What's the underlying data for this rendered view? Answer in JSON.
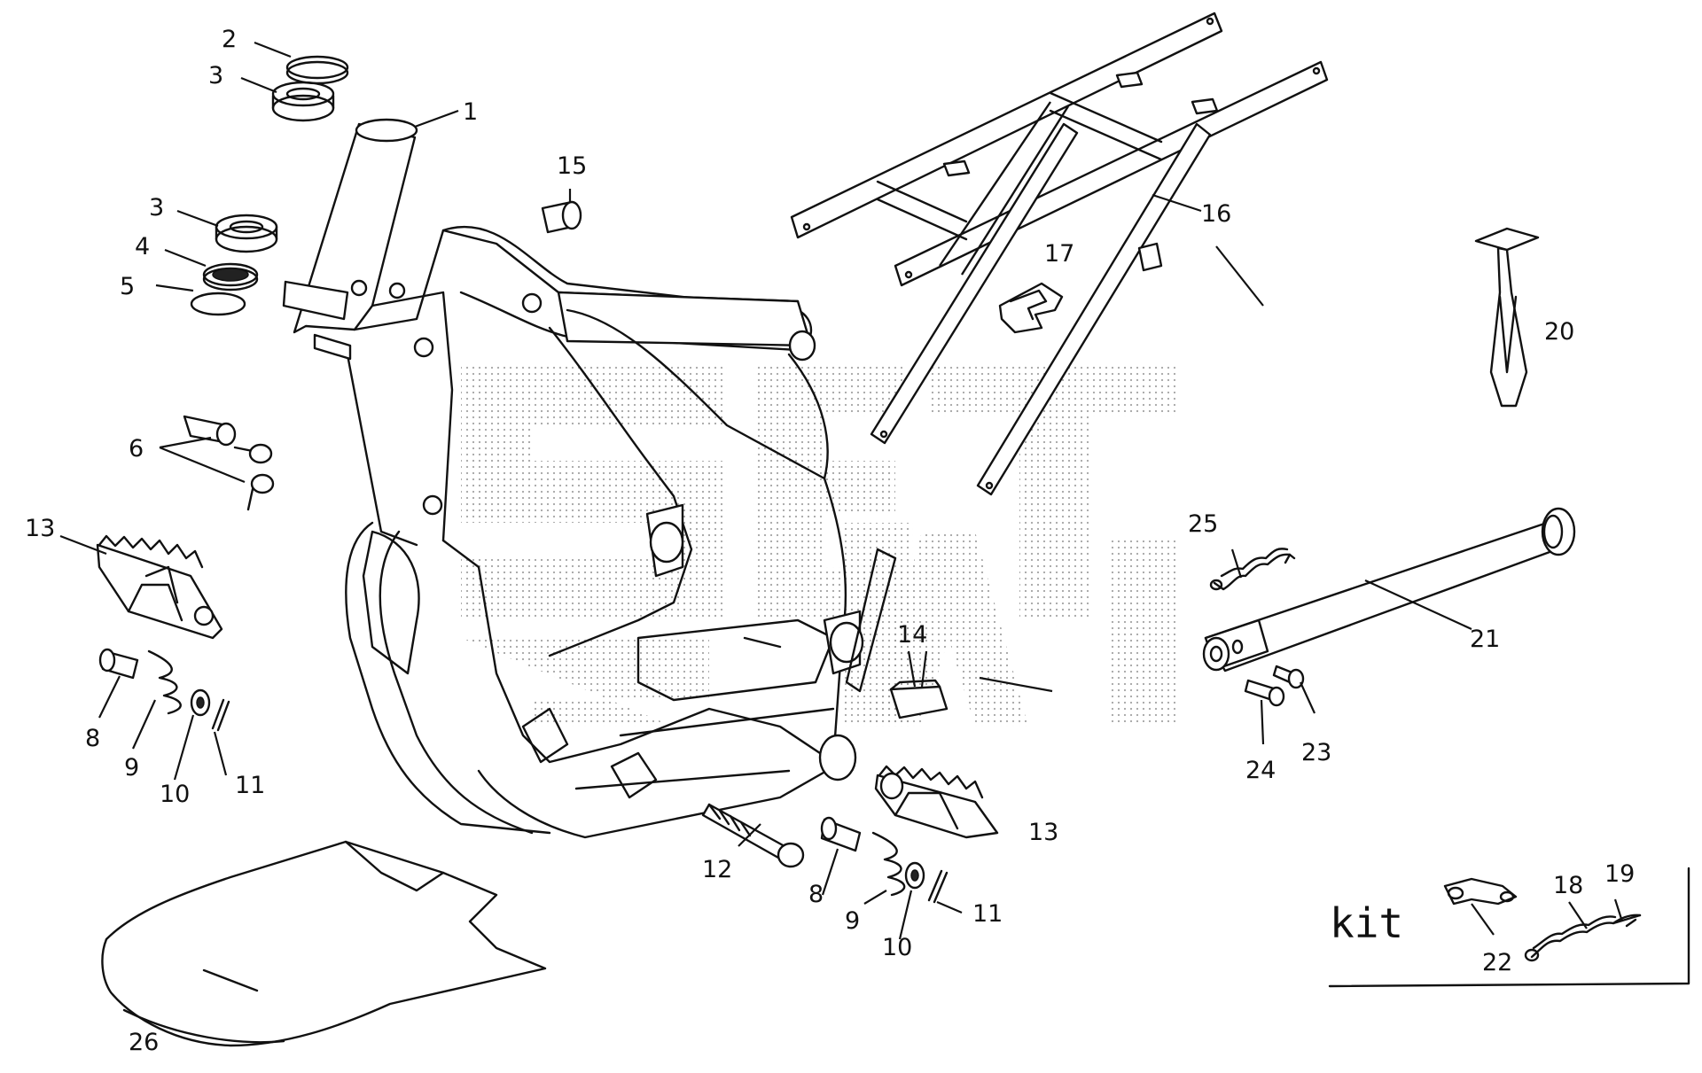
{
  "labels": {
    "p1": "1",
    "p2": "2",
    "p3a": "3",
    "p3b": "3",
    "p4": "4",
    "p5": "5",
    "p6": "6",
    "p8a": "8",
    "p8b": "8",
    "p9a": "9",
    "p9b": "9",
    "p10a": "10",
    "p10b": "10",
    "p11a": "11",
    "p11b": "11",
    "p12": "12",
    "p13a": "13",
    "p13b": "13",
    "p14": "14",
    "p15": "15",
    "p16": "16",
    "p17": "17",
    "p18": "18",
    "p19": "19",
    "p20": "20",
    "p21": "21",
    "p22": "22",
    "p23": "23",
    "p24": "24",
    "p25": "25",
    "p26": "26"
  },
  "kit_label": "kit",
  "colors": {
    "line": "#111111",
    "background": "#ffffff",
    "watermark": "#9a9a9a"
  }
}
